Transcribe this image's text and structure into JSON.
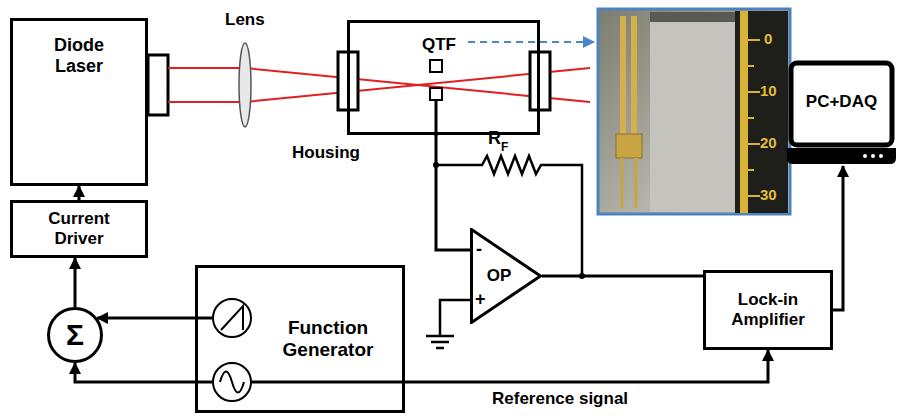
{
  "diagram": {
    "nodes": [
      {
        "text": [
          "Diode Laser"
        ]
      },
      {
        "text": [
          "Housing",
          "QTF"
        ]
      },
      {
        "text": [
          "PC+DAQ"
        ]
      },
      {
        "text": [
          "Current Driver"
        ]
      },
      {
        "text": [
          "Function Generator"
        ]
      },
      {
        "text": [
          "Σ"
        ]
      },
      {
        "text": [
          "OP"
        ]
      },
      {
        "text": [
          "Lock-in Amplifier"
        ]
      }
    ],
    "edges": [
      {
        "from": 3,
        "to": 0,
        "arrow": "to"
      },
      {
        "from": 5,
        "to": 3,
        "arrow": "to"
      },
      {
        "from": 4,
        "to": 5,
        "arrow": "to"
      },
      {
        "from": 4,
        "to": 5,
        "arrow": "to"
      },
      {
        "from": 4,
        "to": 7,
        "label": "Reference signal",
        "arrow": "to"
      },
      {
        "from": 1,
        "to": 6,
        "arrow": "none"
      },
      {
        "from": 6,
        "to": 7,
        "arrow": "none"
      },
      {
        "from": 7,
        "to": 2,
        "arrow": "to"
      }
    ],
    "labels": [
      "Lens",
      "0",
      "10",
      "20",
      "30",
      "R",
      "F",
      "-",
      "+"
    ]
  }
}
